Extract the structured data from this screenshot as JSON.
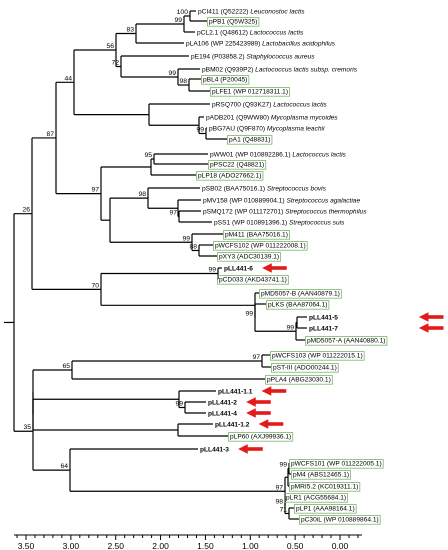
{
  "tree": {
    "leaves": [
      {
        "id": "pCI411",
        "name": "pCI411",
        "acc": "(Q52222)",
        "species": "Leuconostoc lactis",
        "box": false,
        "bold": false,
        "arrow": false
      },
      {
        "id": "pPB1",
        "name": "pPB1",
        "acc": "(Q5W325)",
        "species": "",
        "box": true,
        "bold": false,
        "arrow": false
      },
      {
        "id": "pCL2.1",
        "name": "pCL2.1",
        "acc": "(Q48612)",
        "species": "Lactococcus lactis",
        "box": false,
        "bold": false,
        "arrow": false
      },
      {
        "id": "pLA106",
        "name": "pLA106",
        "acc": "(WP 225423989)",
        "species": "Lactobacillus acidophilus",
        "box": false,
        "bold": false,
        "arrow": false
      },
      {
        "id": "pE194",
        "name": "pE194",
        "acc": "(P03858.2)",
        "species": "Staphylococcus aureus",
        "box": false,
        "bold": false,
        "arrow": false
      },
      {
        "id": "pBM02",
        "name": "pBM02",
        "acc": "(Q939P2)",
        "species": "Lactococcus lactis subsp. cremoris",
        "box": false,
        "bold": false,
        "arrow": false
      },
      {
        "id": "pBL4",
        "name": "pBL4",
        "acc": "(P20045)",
        "species": "",
        "box": true,
        "bold": false,
        "arrow": false
      },
      {
        "id": "pLFE1",
        "name": "pLFE1",
        "acc": "(WP 012718311.1)",
        "species": "",
        "box": true,
        "bold": false,
        "arrow": false
      },
      {
        "id": "pRSQ700",
        "name": "pRSQ700",
        "acc": "(Q93K27)",
        "species": "Lactococcus lactis",
        "box": false,
        "bold": false,
        "arrow": false
      },
      {
        "id": "pADB201",
        "name": "pADB201",
        "acc": "(Q9WW80)",
        "species": "Mycoplasma mycoides",
        "box": false,
        "bold": false,
        "arrow": false
      },
      {
        "id": "pBG7AU",
        "name": "pBG7AU",
        "acc": "(Q9F870)",
        "species": "Mycoplasma leachii",
        "box": false,
        "bold": false,
        "arrow": false
      },
      {
        "id": "pA1",
        "name": "pA1",
        "acc": "(Q48831)",
        "species": "",
        "box": true,
        "bold": false,
        "arrow": false
      },
      {
        "id": "pWW01",
        "name": "pWW01",
        "acc": "(WP 010892286.1)",
        "species": "Lactococcus lactis",
        "box": false,
        "bold": false,
        "arrow": false
      },
      {
        "id": "pPSC22",
        "name": "pPSC22",
        "acc": "(Q48821)",
        "species": "",
        "box": true,
        "bold": false,
        "arrow": false
      },
      {
        "id": "pLP18",
        "name": "pLP18",
        "acc": "(ADO27662.1)",
        "species": "",
        "box": true,
        "bold": false,
        "arrow": false
      },
      {
        "id": "pSB02",
        "name": "pSB02",
        "acc": "(BAA75016.1)",
        "species": "Streptococcus bovis",
        "box": false,
        "bold": false,
        "arrow": false
      },
      {
        "id": "pMV158",
        "name": "pMV158",
        "acc": "(WP 010889904.1)",
        "species": "Streptococcus agalactiae",
        "box": false,
        "bold": false,
        "arrow": false
      },
      {
        "id": "pSMQ172",
        "name": "pSMQ172",
        "acc": "(WP 011172701)",
        "species": "Streptococcus thermophilus",
        "box": false,
        "bold": false,
        "arrow": false
      },
      {
        "id": "pSS1",
        "name": "pSS1",
        "acc": "(WP 010891396.1)",
        "species": "Streptococcus suis",
        "box": false,
        "bold": false,
        "arrow": false
      },
      {
        "id": "pM411",
        "name": "pM411",
        "acc": "(BAA75016.1)",
        "species": "",
        "box": true,
        "bold": false,
        "arrow": false
      },
      {
        "id": "pWCFS102",
        "name": "pWCFS102",
        "acc": "(WP 011222008.1)",
        "species": "",
        "box": true,
        "bold": false,
        "arrow": false
      },
      {
        "id": "pXY3",
        "name": "pXY3",
        "acc": "(ADC30139.1)",
        "species": "",
        "box": true,
        "bold": false,
        "arrow": false
      },
      {
        "id": "pLL441-6",
        "name": "pLL441-6",
        "acc": "",
        "species": "",
        "box": false,
        "bold": true,
        "arrow": true
      },
      {
        "id": "pCD033",
        "name": "pCD033",
        "acc": "(AKD43741.1)",
        "species": "",
        "box": true,
        "bold": false,
        "arrow": false
      },
      {
        "id": "pMD5057-B",
        "name": "pMD5057-B",
        "acc": "(AAN40879.1)",
        "species": "",
        "box": true,
        "bold": false,
        "arrow": false
      },
      {
        "id": "pLKS",
        "name": "pLKS",
        "acc": "(BAA87064.1)",
        "species": "",
        "box": true,
        "bold": false,
        "arrow": false
      },
      {
        "id": "pLL441-5",
        "name": "pLL441-5",
        "acc": "",
        "species": "",
        "box": false,
        "bold": true,
        "arrow": true
      },
      {
        "id": "pLL441-7",
        "name": "pLL441-7",
        "acc": "",
        "species": "",
        "box": false,
        "bold": true,
        "arrow": true
      },
      {
        "id": "pMD5057-A",
        "name": "pMD5057-A",
        "acc": "(AAN40880.1)",
        "species": "",
        "box": true,
        "bold": false,
        "arrow": false
      },
      {
        "id": "pWCFS103",
        "name": "pWCFS103",
        "acc": "(WP 011222015.1)",
        "species": "",
        "box": true,
        "bold": false,
        "arrow": false
      },
      {
        "id": "pST-III",
        "name": "pST-III",
        "acc": "(ADO00244.1)",
        "species": "",
        "box": true,
        "bold": false,
        "arrow": false
      },
      {
        "id": "pPLA4",
        "name": "pPLA4",
        "acc": "(ABG23030.1)",
        "species": "",
        "box": true,
        "bold": false,
        "arrow": false
      },
      {
        "id": "pLL441-1.1",
        "name": "pLL441-1.1",
        "acc": "",
        "species": "",
        "box": false,
        "bold": true,
        "arrow": true
      },
      {
        "id": "pLL441-2",
        "name": "pLL441-2",
        "acc": "",
        "species": "",
        "box": false,
        "bold": true,
        "arrow": true
      },
      {
        "id": "pLL441-4",
        "name": "pLL441-4",
        "acc": "",
        "species": "",
        "box": false,
        "bold": true,
        "arrow": true
      },
      {
        "id": "pLL441-1.2",
        "name": "pLL441-1.2",
        "acc": "",
        "species": "",
        "box": false,
        "bold": true,
        "arrow": true
      },
      {
        "id": "pLP60",
        "name": "pLP60",
        "acc": "(AXJ99936.1)",
        "species": "",
        "box": true,
        "bold": false,
        "arrow": false
      },
      {
        "id": "pLL441-3",
        "name": "pLL441-3",
        "acc": "",
        "species": "",
        "box": false,
        "bold": true,
        "arrow": true
      },
      {
        "id": "pWCFS101",
        "name": "pWCFS101",
        "acc": "(WP 011222005.1)",
        "species": "",
        "box": true,
        "bold": false,
        "arrow": false
      },
      {
        "id": "pM4",
        "name": "pM4",
        "acc": "(ABS12465.1)",
        "species": "",
        "box": true,
        "bold": false,
        "arrow": false
      },
      {
        "id": "pMRI5.2",
        "name": "pMRI5.2",
        "acc": "(KC019311.1)",
        "species": "",
        "box": true,
        "bold": false,
        "arrow": false
      },
      {
        "id": "pLR1",
        "name": "pLR1",
        "acc": "(ACG55684.1)",
        "species": "",
        "box": true,
        "bold": false,
        "arrow": false
      },
      {
        "id": "pLP1",
        "name": "pLP1",
        "acc": "(AAA98164.1)",
        "species": "",
        "box": true,
        "bold": false,
        "arrow": false
      },
      {
        "id": "pC30iL",
        "name": "pC30iL",
        "acc": "(WP 010889864.1)",
        "species": "",
        "box": true,
        "bold": false,
        "arrow": false
      }
    ],
    "bootstraps": [
      "100",
      "99",
      "83",
      "56",
      "72",
      "99",
      "98",
      "44",
      "99",
      "87",
      "95",
      "97",
      "98",
      "97",
      "99",
      "88",
      "70",
      "99",
      "26",
      "99",
      "99",
      "65",
      "97",
      "99",
      "35",
      "99",
      "64",
      "99",
      "97",
      "98",
      "71"
    ],
    "axis": {
      "ticks": [
        "3.50",
        "3.00",
        "2.50",
        "2.00",
        "1.50",
        "1.00",
        "0.50",
        "0.00"
      ],
      "tick_values": [
        3.5,
        3.0,
        2.5,
        2.0,
        1.5,
        1.0,
        0.5,
        0.0
      ]
    }
  }
}
